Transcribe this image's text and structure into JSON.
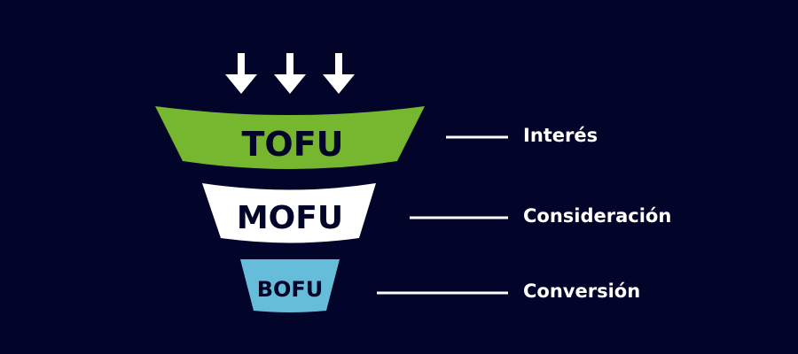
{
  "colors": {
    "background": "#02042a",
    "tofu": "#76b72f",
    "mofu": "#ffffff",
    "bofu": "#66bdda",
    "text_dark": "#02042a",
    "text_light": "#ffffff"
  },
  "arrows": [
    "arrow-down-icon",
    "arrow-down-icon",
    "arrow-down-icon"
  ],
  "funnel": {
    "stages": [
      {
        "id": "tofu",
        "label": "TOFU",
        "description": "Interés"
      },
      {
        "id": "mofu",
        "label": "MOFU",
        "description": "Consideración"
      },
      {
        "id": "bofu",
        "label": "BOFU",
        "description": "Conversión"
      }
    ]
  }
}
